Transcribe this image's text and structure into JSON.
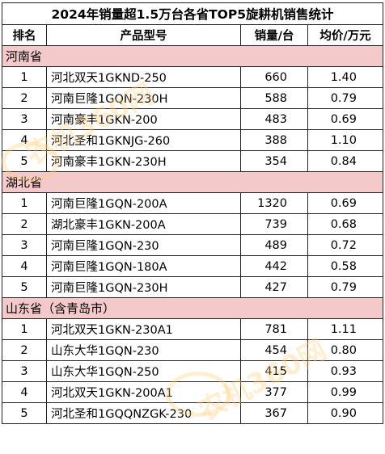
{
  "title": "2024年销量超1.5万台各省TOP5旋耕机销售统计",
  "headers": [
    "排名",
    "产品型号",
    "销量/台",
    "均价/万元"
  ],
  "sections": [
    {
      "name": "河南省",
      "rows": [
        {
          "rank": "1",
          "model": "河北双天1GKND-250",
          "sales": "660",
          "price": "1.40"
        },
        {
          "rank": "2",
          "model": "河南巨隆1GQN-230H",
          "sales": "588",
          "price": "0.79"
        },
        {
          "rank": "3",
          "model": "河南豪丰1GKN-200",
          "sales": "483",
          "price": "0.69"
        },
        {
          "rank": "4",
          "model": "河北圣和1GKNJG-260",
          "sales": "388",
          "price": "1.10"
        },
        {
          "rank": "5",
          "model": "河南豪丰1GKN-230H",
          "sales": "354",
          "price": "0.84"
        }
      ]
    },
    {
      "name": "湖北省",
      "rows": [
        {
          "rank": "1",
          "model": "河南巨隆1GQN-200A",
          "sales": "1320",
          "price": "0.69"
        },
        {
          "rank": "2",
          "model": "湖北豪丰1GKN-200A",
          "sales": "739",
          "price": "0.68"
        },
        {
          "rank": "3",
          "model": "河南巨隆1GQN-230",
          "sales": "489",
          "price": "0.72"
        },
        {
          "rank": "4",
          "model": "河南巨隆1GQN-180A",
          "sales": "442",
          "price": "0.58"
        },
        {
          "rank": "5",
          "model": "河南巨隆1GQN-230H",
          "sales": "427",
          "price": "0.79"
        }
      ]
    },
    {
      "name": "山东省（含青岛市）",
      "rows": [
        {
          "rank": "1",
          "model": "河北双天1GKN-230A1",
          "sales": "781",
          "price": "1.11"
        },
        {
          "rank": "2",
          "model": "山东大华1GQN-230",
          "sales": "454",
          "price": "0.80"
        },
        {
          "rank": "3",
          "model": "山东大华1GQN-250",
          "sales": "415",
          "price": "0.93"
        },
        {
          "rank": "4",
          "model": "河北双天1GKN-200A1",
          "sales": "377",
          "price": "0.99"
        },
        {
          "rank": "5",
          "model": "河北圣和1GQQNZGK-230",
          "sales": "367",
          "price": "0.90"
        }
      ]
    }
  ],
  "watermark": {
    "text_1": "农机360网",
    "text_2": "农机360网",
    "color": "#ffcd78"
  }
}
